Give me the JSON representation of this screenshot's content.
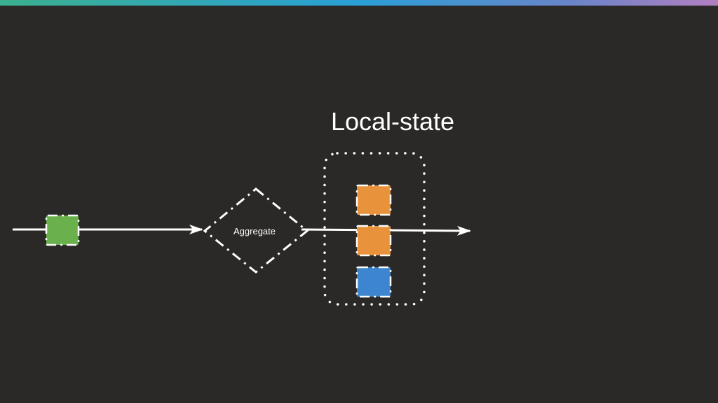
{
  "slide": {
    "title": "Local-state",
    "operator_label": "Aggregate"
  },
  "colors": {
    "background": "#2b2927",
    "gradient": [
      "#3bb08f",
      "#2a9fd6",
      "#6b84c9",
      "#b27fc0"
    ],
    "input_event": "#6ab04c",
    "state_item_orange": "#e8923b",
    "state_item_blue": "#3d86cf",
    "stroke": "#ffffff"
  },
  "diagram": {
    "input_event": {
      "color_key": "input_event"
    },
    "state_items": [
      {
        "color_key": "state_item_orange"
      },
      {
        "color_key": "state_item_orange"
      },
      {
        "color_key": "state_item_blue"
      }
    ]
  }
}
